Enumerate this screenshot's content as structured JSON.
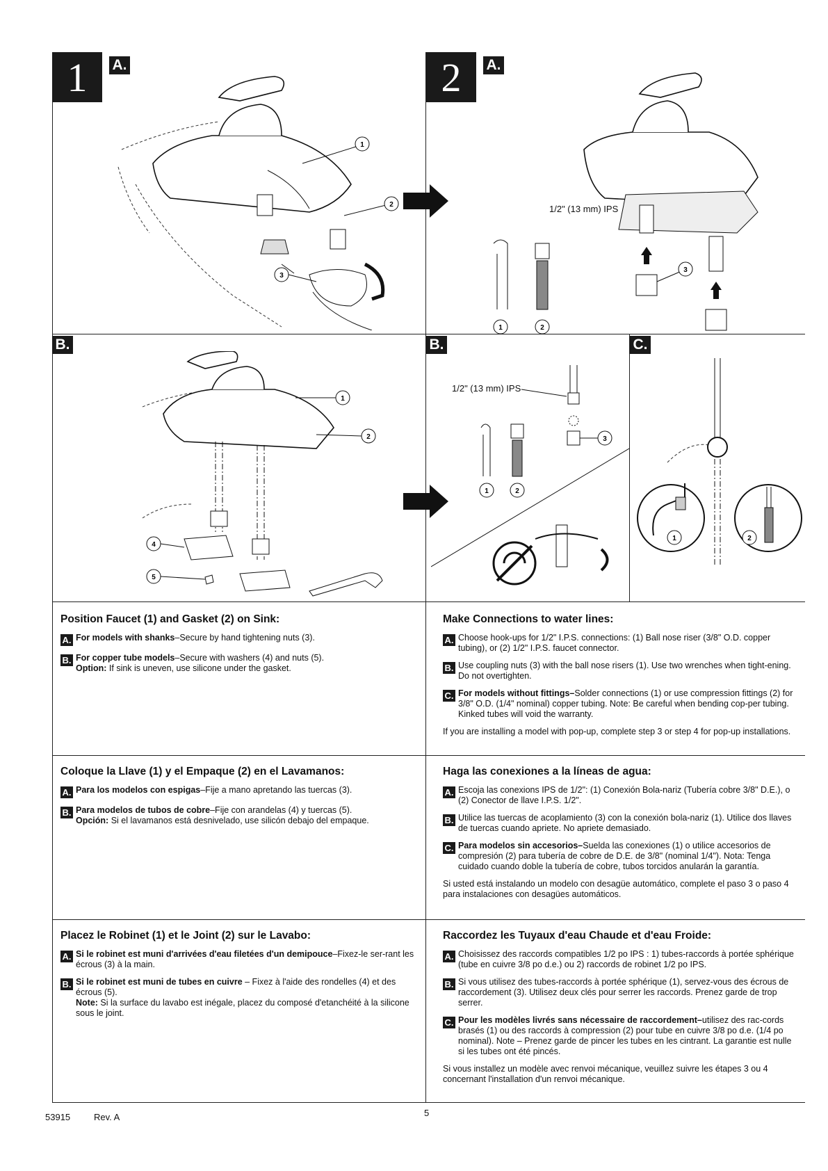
{
  "steps": {
    "step1_number": "1",
    "step2_number": "2",
    "labels": {
      "a": "A.",
      "b": "B.",
      "c": "C."
    }
  },
  "figure": {
    "ips_label": "1/2\" (13 mm) IPS",
    "callouts": [
      "1",
      "2",
      "3",
      "4",
      "5"
    ]
  },
  "sections": {
    "en_left": {
      "title": "Position Faucet (1) and Gasket (2) on Sink:",
      "a_bold": "For models with shanks",
      "a_text": "–Secure by hand tightening nuts (3).",
      "b_bold": "For copper tube models",
      "b_text": "–Secure with washers (4) and nuts (5).",
      "b_opt_bold": "Option:",
      "b_opt_text": " If sink is uneven, use silicone under the gasket."
    },
    "en_right": {
      "title": "Make Connections to water lines:",
      "a_text": "Choose hook-ups for 1/2\" I.P.S. connections:  (1) Ball nose riser (3/8\" O.D. copper tubing), or (2) 1/2\" I.P.S. faucet connector.",
      "b_text": "Use coupling nuts (3) with the ball nose risers (1). Use two wrenches when tight-ening. Do not overtighten.",
      "c_bold": "For models without fittings–",
      "c_text": "Solder connections (1) or use compression fittings (2) for 3/8\" O.D. (1/4\" nominal) copper tubing. Note: Be careful when bending cop-per tubing. Kinked tubes will void the warranty.",
      "note": "If you are installing a model with pop-up, complete step 3 or step 4 for pop-up installations."
    },
    "es_left": {
      "title": "Coloque la Llave (1) y el Empaque (2) en el Lavamanos:",
      "a_bold": "Para los modelos con espigas",
      "a_text": "–Fije a mano apretando las tuercas (3).",
      "b_bold": "Para modelos de tubos de cobre",
      "b_text": "–Fije con arandelas (4) y tuercas (5).",
      "b_opt_bold": "Opción:",
      "b_opt_text": " Si el lavamanos está desnivelado, use silicón debajo del empaque."
    },
    "es_right": {
      "title": "Haga las conexiones a la líneas de agua:",
      "a_text": "Escoja las conexions IPS de 1/2\":  (1)  Conexión Bola-nariz (Tubería cobre 3/8\" D.E.), o (2) Conector de llave I.P.S. 1/2\".",
      "b_text": "Utilice las tuercas de acoplamiento (3) con la conexión bola-nariz (1). Utilice dos llaves de tuercas cuando apriete. No apriete demasiado.",
      "c_bold": "Para modelos sin accesorios–",
      "c_text": "Suelda las conexiones (1) o utilice accesorios de compresión (2) para tubería de cobre de D.E. de 3/8\" (nominal 1/4\"). Nota: Tenga cuidado cuando doble la tubería de cobre, tubos torcidos anularán la garantía.",
      "note": "Si usted está instalando un modelo con desagüe automático, complete el paso 3 o paso 4 para instalaciones con desagües automáticos."
    },
    "fr_left": {
      "title": "Placez le Robinet (1) et le Joint (2) sur le Lavabo:",
      "a_bold": "Si le robinet est muni d'arrivées d'eau filetées d'un demipouce",
      "a_text": "–Fixez-le ser-rant les écrous (3) à la main.",
      "b_bold": "Si le robinet est muni de tubes en cuivre",
      "b_text": " – Fixez à l'aide des rondelles (4) et des écrous (5).",
      "b_opt_bold": "Note:",
      "b_opt_text": " Si la surface du lavabo est inégale, placez du composé d'etanchéité à la silicone sous le joint."
    },
    "fr_right": {
      "title": "Raccordez les Tuyaux d'eau Chaude et d'eau Froide:",
      "a_text": "Choisissez des raccords compatibles 1/2 po IPS :  1)  tubes-raccords à portée sphérique (tube en cuivre 3/8 po d.e.) ou 2)  raccords de robinet 1/2 po IPS.",
      "b_text": "Si vous utilisez des tubes-raccords à portée sphérique (1), servez-vous des écrous de raccordement (3). Utilisez deux clés pour serrer les raccords. Prenez garde de trop serrer.",
      "c_bold": "Pour les modèles livrés sans nécessaire de raccordement–",
      "c_text": "utilisez des rac-cords brasés (1) ou des raccords à compression (2) pour tube en cuivre 3/8 po d.e. (1/4 po nominal). Note – Prenez garde de pincer les tubes en les cintrant. La garantie est nulle si les tubes ont été pincés.",
      "note": "Si vous installez un modèle avec renvoi mécanique, veuillez suivre les étapes 3 ou 4 concernant l'installation d'un renvoi mécanique."
    }
  },
  "footer": {
    "doc_number": "53915",
    "revision": "Rev. A",
    "page_number": "5"
  }
}
